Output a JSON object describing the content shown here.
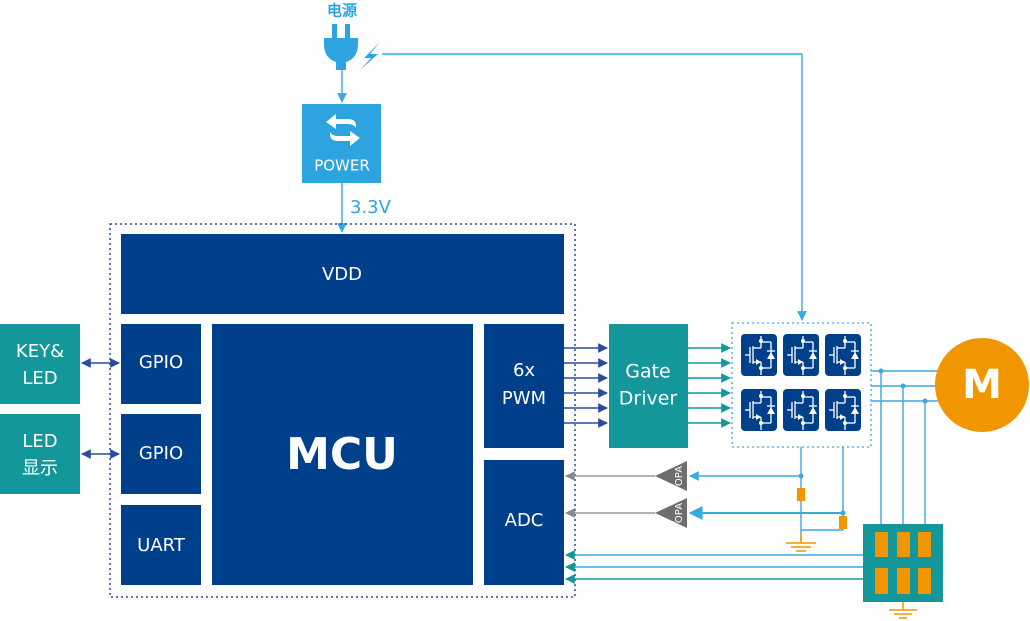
{
  "title": "Motor control block diagram",
  "colors": {
    "mcu_blue": "#003f8a",
    "power_blue": "#2da4df",
    "teal": "#14979a",
    "wire_blue": "#3aa9e0",
    "wire_navy": "#2b4c9b",
    "gray": "#6e6e6e",
    "orange": "#f29600",
    "white": "#ffffff"
  },
  "power_source": {
    "label": "电源",
    "icon": "plug-icon",
    "bolt_icon": "lightning-icon"
  },
  "power_block": {
    "label": "POWER",
    "icon": "swap-arrows-icon",
    "output_label": "3.3V"
  },
  "mcu": {
    "core_label": "MCU",
    "vdd_label": "VDD",
    "gpio1_label": "GPIO",
    "gpio2_label": "GPIO",
    "uart_label": "UART",
    "pwm_label_1": "6x",
    "pwm_label_2": "PWM",
    "adc_label": "ADC"
  },
  "peripherals": {
    "key_led_line1": "KEY&",
    "key_led_line2": "LED",
    "led_disp_line1": "LED",
    "led_disp_line2": "显示"
  },
  "gate_driver": {
    "line1": "Gate",
    "line2": "Driver"
  },
  "bridge": {
    "switch_count": 6,
    "icon": "mosfet-icon"
  },
  "motor": {
    "label": "M"
  },
  "opamps": [
    {
      "label": "OPA"
    },
    {
      "label": "OPA"
    }
  ],
  "pwm_channels": 6,
  "adc_direct_channels": 3
}
